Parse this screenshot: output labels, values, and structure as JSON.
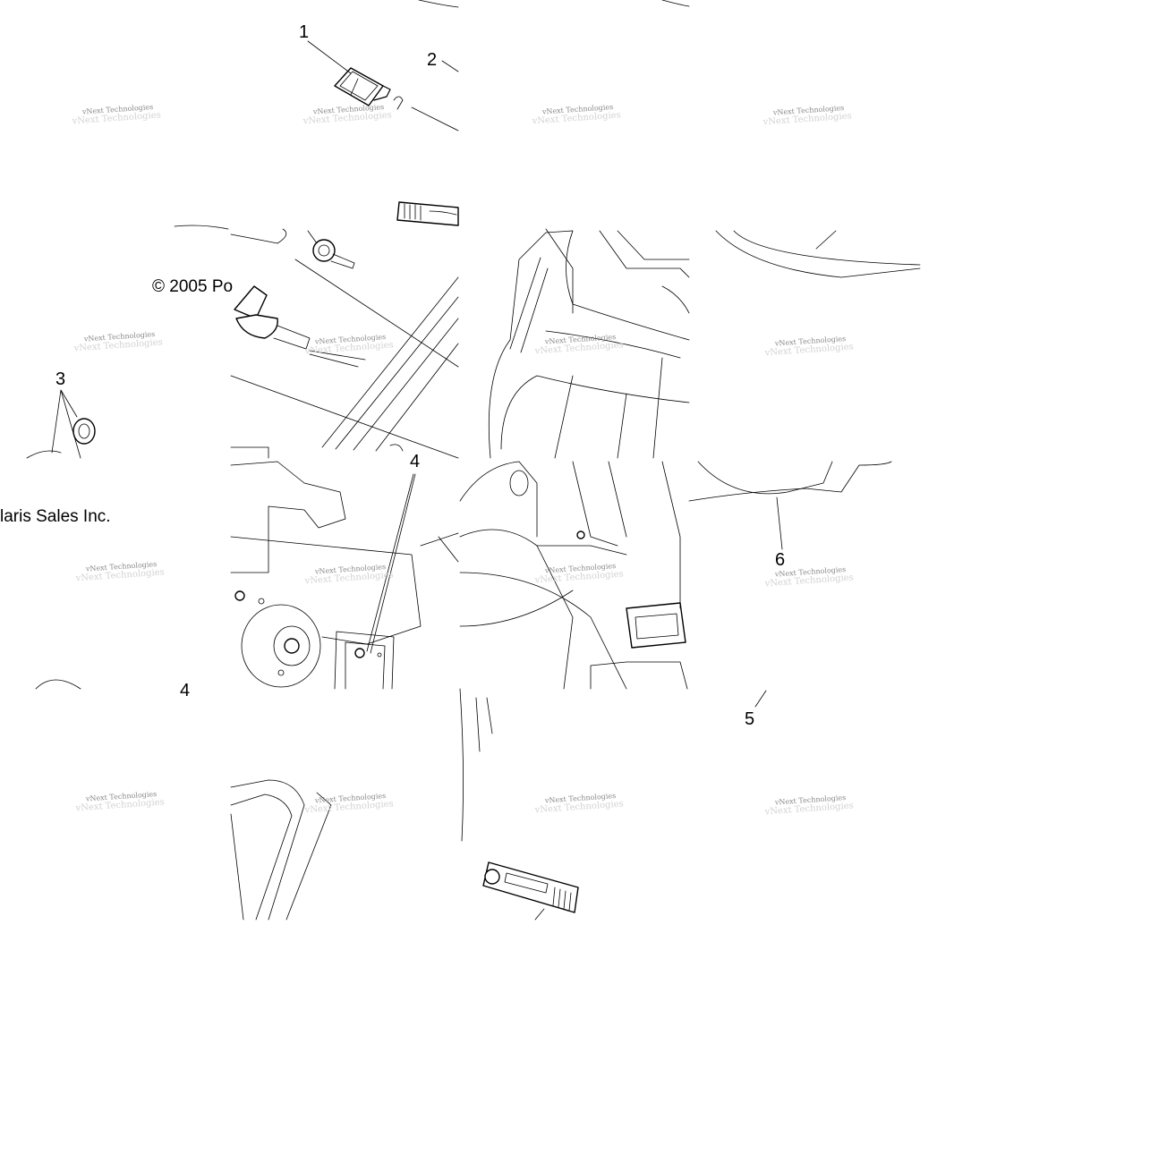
{
  "diagram": {
    "copyright": {
      "part_a": "© 2005 Po",
      "part_b": "laris Sales Inc."
    },
    "watermark": {
      "line1": "vNext Technologies",
      "line2": "vNext Technologies"
    },
    "callouts": [
      {
        "id": "1",
        "label": "1"
      },
      {
        "id": "2",
        "label": "2"
      },
      {
        "id": "3",
        "label": "3"
      },
      {
        "id": "4a",
        "label": "4"
      },
      {
        "id": "4b",
        "label": "4"
      },
      {
        "id": "5",
        "label": "5"
      },
      {
        "id": "6",
        "label": "6"
      }
    ],
    "colors": {
      "line": "#000000",
      "background": "#ffffff",
      "watermark": "#8a8a8a"
    }
  }
}
